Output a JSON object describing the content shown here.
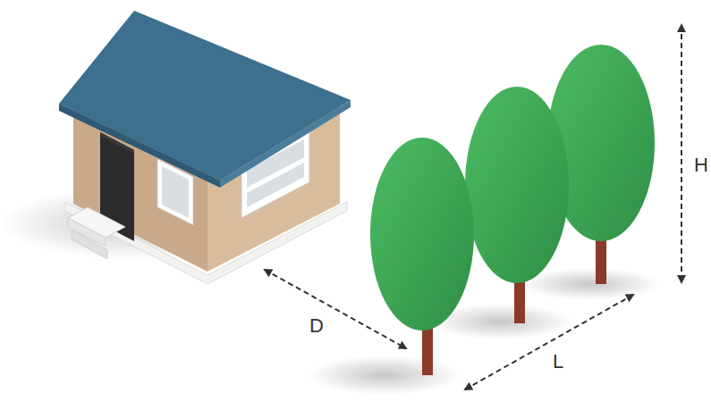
{
  "diagram": {
    "labels": [
      "D",
      "L",
      "H"
    ]
  }
}
